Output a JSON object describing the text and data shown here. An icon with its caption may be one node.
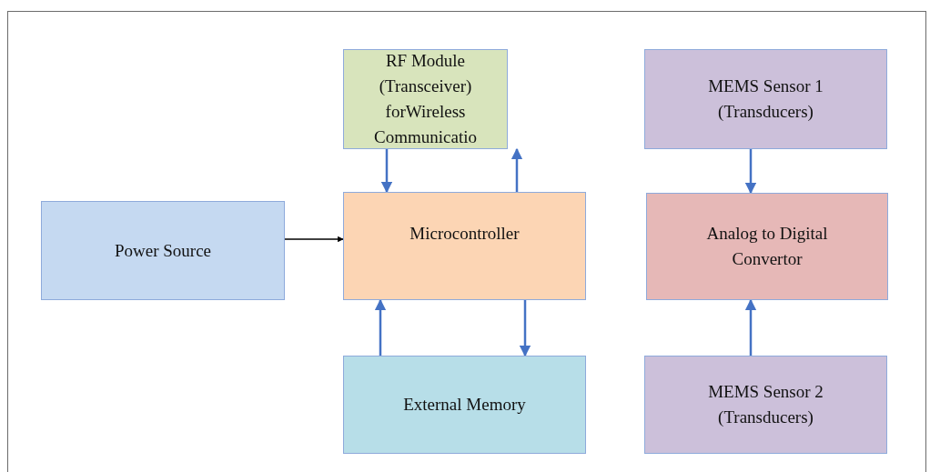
{
  "diagram": {
    "nodes": [
      {
        "text": [
          "RF Module (Transceiver) forWireless Communicatio"
        ]
      },
      {
        "text": [
          "MEMS Sensor 1 (Transducers)"
        ]
      },
      {
        "text": [
          "Power Source"
        ]
      },
      {
        "text": [
          "Microcontroller"
        ]
      },
      {
        "text": [
          "Analog to Digital Convertor"
        ]
      },
      {
        "text": [
          "External Memory"
        ]
      },
      {
        "text": [
          "MEMS Sensor 2 (Transducers)"
        ]
      }
    ],
    "edges": [
      {
        "from": 0,
        "to": 3,
        "arrow": "to"
      },
      {
        "from": 3,
        "to": 0,
        "arrow": "to"
      },
      {
        "from": 2,
        "to": 3,
        "arrow": "to",
        "color": "#000000"
      },
      {
        "from": 1,
        "to": 4,
        "arrow": "to"
      },
      {
        "from": 5,
        "to": 3,
        "arrow": "to"
      },
      {
        "from": 3,
        "to": 5,
        "arrow": "to"
      },
      {
        "from": 6,
        "to": 4,
        "arrow": "to"
      }
    ]
  }
}
